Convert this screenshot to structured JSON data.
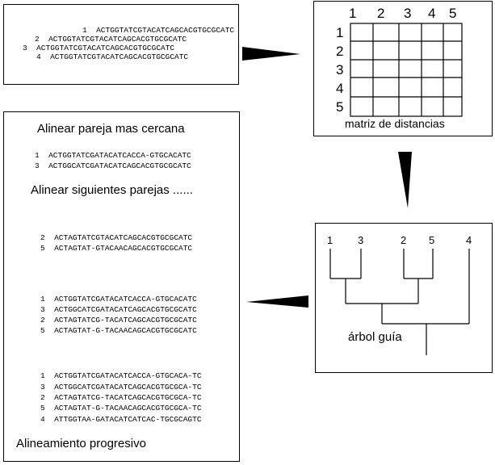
{
  "input_box": {
    "lines": [
      "1  ACTGGTATCGTACATCAGCACGTGCGCATC",
      "2  ACTGGTATCGTACATCAGCACGTGCGCATC",
      "3  ACTGGTATCGTACATCAGCACGTGCGCATC",
      "4  ACTGGTATCGTACATCAGCACGTGCGCATC"
    ]
  },
  "matrix_box": {
    "col_headers": [
      "1",
      "2",
      "3",
      "4",
      "5"
    ],
    "row_headers": [
      "1",
      "2",
      "3",
      "4",
      "5"
    ],
    "caption": "matriz de distancias"
  },
  "tree_box": {
    "leaves": [
      "1",
      "3",
      "2",
      "5",
      "4"
    ],
    "caption": "árbol guía"
  },
  "alignment_box": {
    "title1": "Alinear pareja mas cercana",
    "pair1": [
      "1  ACTGGTATCGATACATCACCA-GTGCACATC",
      "3  ACTGGCATCGATACATCAGCACGTGCGCATC"
    ],
    "title2": "Alinear siguientes parejas ......",
    "pair2": [
      "2  ACTAGTATCGTACATCAGCACGTGCGCATC",
      "5  ACTAGTAT-GTACAACAGCACGTGCGCATC"
    ],
    "group4": [
      "1  ACTGGTATCGATACATCACCA-GTGCACATC",
      "3  ACTGGCATCGATACATCAGCACGTGCGCATC",
      "2  ACTAGTATCG-TACATCAGCACGTGCGCATC",
      "5  ACTAGTAT-G-TACAACAGCACGTGCGCATC"
    ],
    "group5": [
      "1  ACTGGTATCGATACATCACCA-GTGCACA-TC",
      "3  ACTGGCATCGATACATCAGCACGTGCGCA-TC",
      "2  ACTAGTATCG-TACATCAGCACGTGCGCA-TC",
      "5  ACTAGTAT-G-TACAACAGCACGTGCGCA-TC",
      "4  ATTGGTAA-GATACATCATCAC-TGCGCAGTC"
    ],
    "footer": "Alineamiento progresivo"
  }
}
